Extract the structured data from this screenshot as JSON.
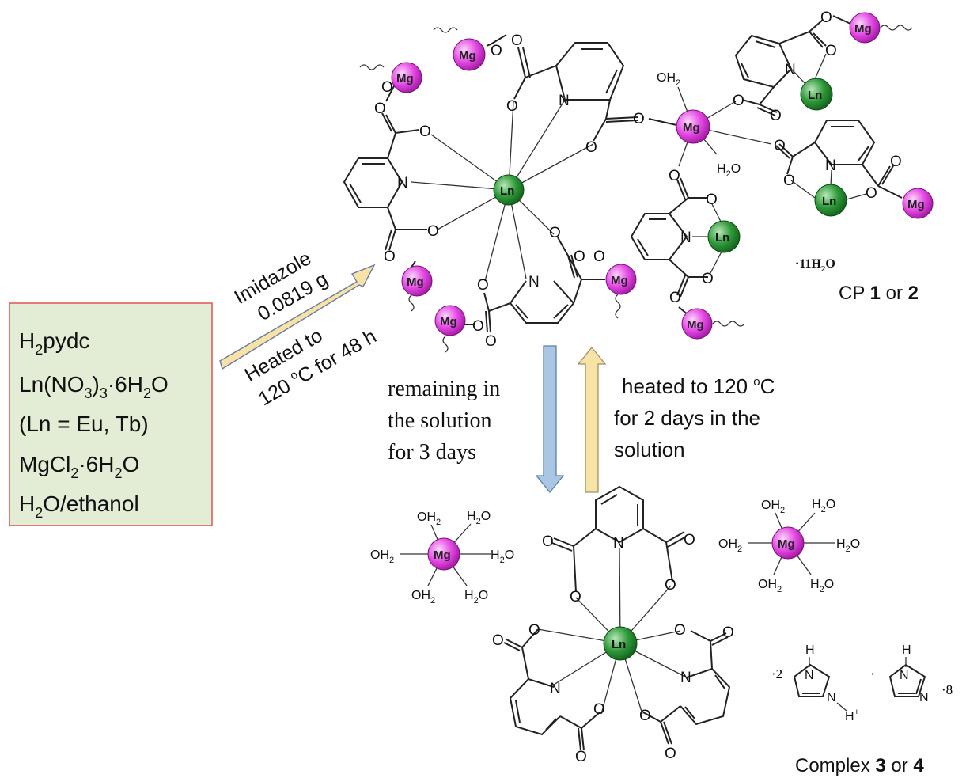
{
  "reactants": {
    "line1": "H",
    "line1_sub": "2",
    "line1_rest": "pydc",
    "line2_a": "Ln(NO",
    "line2_sub": "3",
    "line2_b": ")",
    "line2_sub2": "3",
    "line2_c": "·6H",
    "line2_sub3": "2",
    "line2_d": "O",
    "line3": "(Ln = Eu, Tb)",
    "line4_a": "MgCl",
    "line4_sub": "2",
    "line4_b": "·6H",
    "line4_sub2": "2",
    "line4_c": "O",
    "line5_a": "H",
    "line5_sub": "2",
    "line5_b": "O/ethanol"
  },
  "conditions_top": {
    "line1": "Imidazole",
    "line2": "0.0819 g",
    "line3": "Heated to",
    "line4_a": "120 ",
    "line4_sup": "o",
    "line4_b": "C for 48 h"
  },
  "conditions_down": {
    "line1": "remaining in",
    "line2": "the solution",
    "line3": "for 3 days"
  },
  "conditions_up": {
    "line1_a": "heated to 120 ",
    "line1_sup": "o",
    "line1_b": "C",
    "line2": "for 2 days in the",
    "line3": "solution"
  },
  "product_top": {
    "label_a": "CP ",
    "label_b": "1",
    "label_c": " or ",
    "label_d": "2",
    "water": "·11H",
    "water_sub": "2",
    "water_end": "O"
  },
  "product_bottom": {
    "label_a": "Complex ",
    "label_b": "3",
    "label_c": " or ",
    "label_d": "4",
    "mult_a": "·2",
    "mult_b": "·",
    "mult_c": "·8"
  },
  "atoms": {
    "mg": "Mg",
    "ln": "Ln",
    "n": "N",
    "o": "O",
    "h": "H",
    "hplus": "H",
    "plus": "+",
    "oh2": "OH",
    "h2o": "H",
    "two": "2",
    "o_end": "O"
  },
  "colors": {
    "mg_fill": "#e44ae4",
    "ln_fill": "#2e9a3a",
    "box_fill": "#e3ecd4",
    "box_border": "#e0574f",
    "arrow_yellow": "#f7e3a6",
    "arrow_blue": "#a9c6e4"
  }
}
